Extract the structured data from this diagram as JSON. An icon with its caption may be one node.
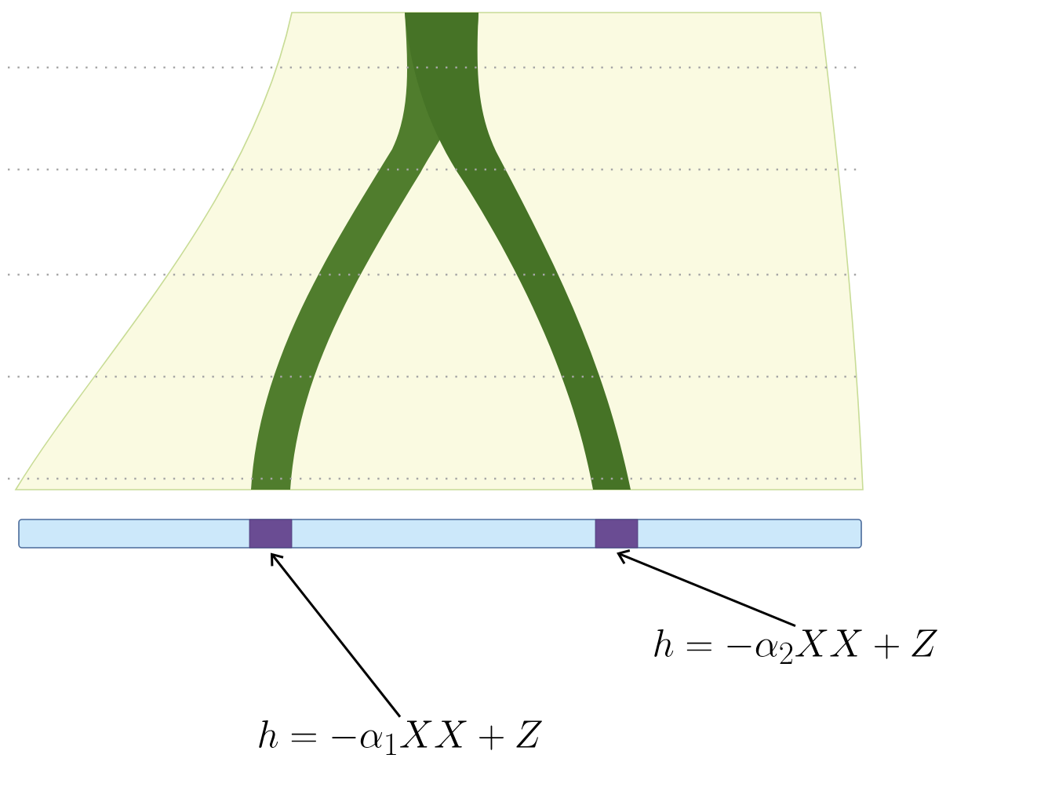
{
  "diagram": {
    "nodes": [
      {
        "text": [],
        "shape": "box"
      },
      {
        "text": [],
        "shape": "box"
      },
      {
        "text": [
          "h = -\\alpha_2 XX + Z"
        ]
      },
      {
        "text": [
          "h = -\\alpha_1 XX + Z"
        ]
      }
    ],
    "edges": [
      {
        "from": 3,
        "to": 0,
        "arrow": "to"
      },
      {
        "from": 2,
        "to": 1,
        "arrow": "to"
      }
    ]
  }
}
